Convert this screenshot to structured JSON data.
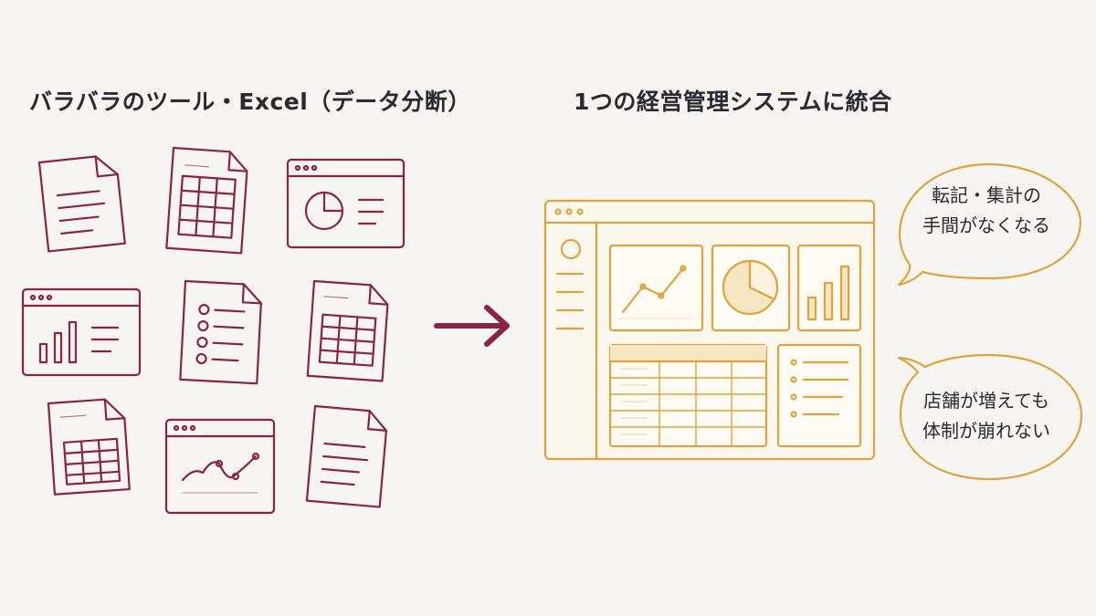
{
  "left_heading": "バラバラのツール・Excel（データ分断）",
  "right_heading": "1つの経営管理システムに統合",
  "bubble_top": {
    "line1": "転記・集計の",
    "line2": "手間がなくなる"
  },
  "bubble_bottom": {
    "line1": "店舗が増えても",
    "line2": "体制が崩れない"
  },
  "colors": {
    "left_stroke": "#8a2440",
    "right_stroke": "#e0a23c",
    "arrow": "#8a2440",
    "text": "#2a2a30",
    "background": "#f6f5f2"
  },
  "icons": [
    "document-icon",
    "spreadsheet-icon",
    "pie-chart-window-icon",
    "bar-chart-window-icon",
    "checklist-document-icon",
    "spreadsheet-icon",
    "spreadsheet-icon",
    "line-chart-window-icon",
    "document-icon",
    "arrow-right-icon",
    "dashboard-window-icon"
  ]
}
